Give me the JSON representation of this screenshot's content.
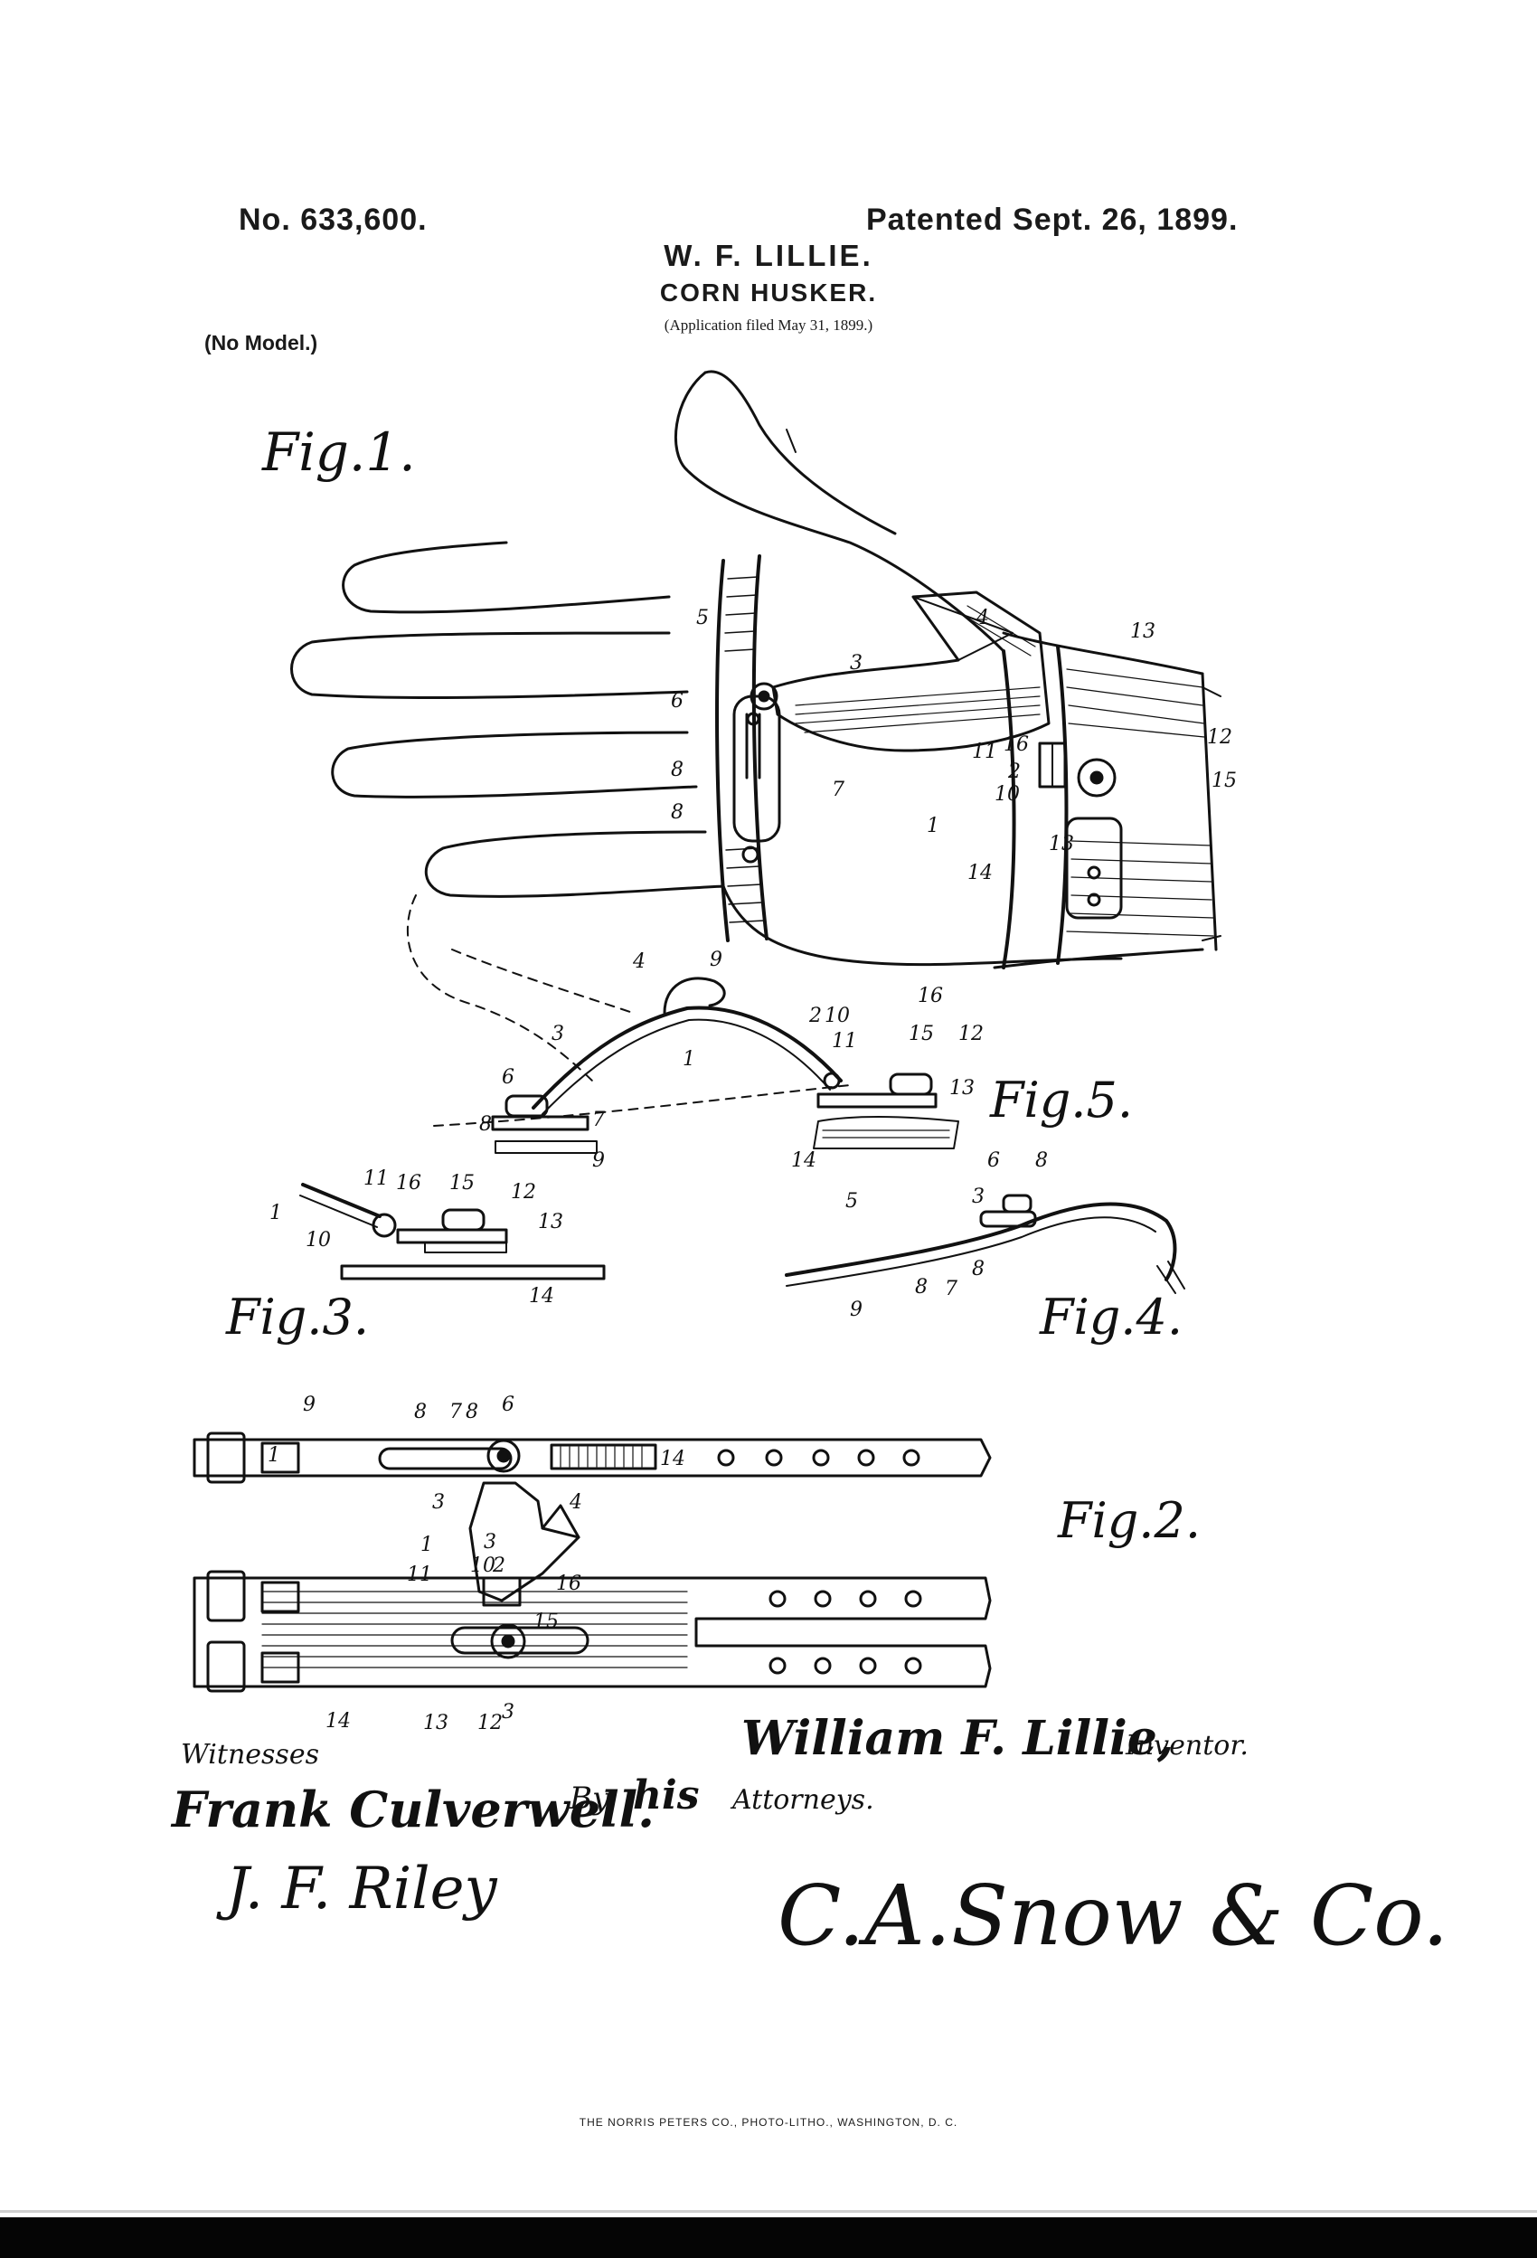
{
  "header": {
    "patent_number": "No. 633,600.",
    "patent_date": "Patented Sept. 26, 1899.",
    "inventor_name": "W. F. LILLIE.",
    "invention_title": "CORN HUSKER.",
    "application_filed": "(Application filed May 31, 1899.)",
    "model_note": "(No Model.)"
  },
  "figures": {
    "fig1": "Fig.1.",
    "fig2": "Fig.2.",
    "fig3": "Fig.3.",
    "fig4": "Fig.4.",
    "fig5": "Fig.5."
  },
  "reference_numerals": {
    "n1": "1",
    "n2": "2",
    "n3": "3",
    "n4": "4",
    "n5": "5",
    "n6": "6",
    "n7": "7",
    "n8": "8",
    "n9": "9",
    "n10": "10",
    "n11": "11",
    "n12": "12",
    "n13": "13",
    "n14": "14",
    "n15": "15",
    "n16": "16"
  },
  "signatures": {
    "witnesses_label": "Witnesses",
    "witness_1": "Frank Culverwell.",
    "witness_2": "J. F. Riley",
    "inventor_signature": "William F. Lillie,",
    "inventor_label": "Inventor.",
    "by_label": "By",
    "his_label": "his",
    "attorneys_label": "Attorneys.",
    "attorney_signature": "C.A.Snow & Co."
  },
  "footer": {
    "printer": "THE NORRIS PETERS CO., PHOTO-LITHO., WASHINGTON, D. C."
  }
}
